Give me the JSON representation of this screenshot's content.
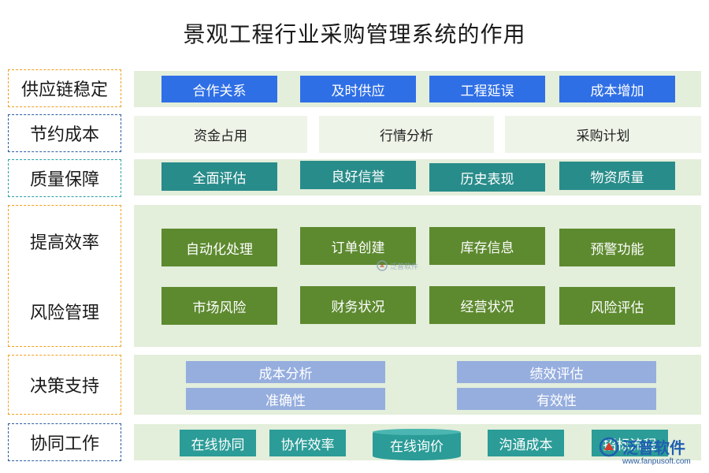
{
  "title": "景观工程行业采购管理系统的作用",
  "rows": {
    "supply": {
      "label": "供应链稳定",
      "items": [
        "合作关系",
        "及时供应",
        "工程延误",
        "成本增加"
      ]
    },
    "cost": {
      "label": "节约成本",
      "items": [
        "资金占用",
        "行情分析",
        "采购计划"
      ]
    },
    "quality": {
      "label": "质量保障",
      "items": [
        "全面评估",
        "良好信誉",
        "历史表现",
        "物资质量"
      ]
    },
    "efficiency": {
      "label": "提高效率",
      "items": [
        "自动化处理",
        "订单创建",
        "库存信息",
        "预警功能"
      ]
    },
    "risk": {
      "label": "风险管理",
      "items": [
        "市场风险",
        "财务状况",
        "经营状况",
        "风险评估"
      ]
    },
    "decision": {
      "label": "决策支持",
      "items": [
        "成本分析",
        "绩效评估",
        "准确性",
        "有效性"
      ]
    },
    "collab": {
      "label": "协同工作",
      "items": [
        "在线协同",
        "协作效率",
        "在线询价",
        "沟通成本",
        "招标流程"
      ]
    }
  },
  "watermark": {
    "brand": "泛普软件",
    "url": "www.fanpusoft.com"
  },
  "colors": {
    "blue": "#2f6fe6",
    "teal": "#288c8a",
    "green": "#5d8a2f",
    "lavender": "#96aede",
    "band": "#e3eedb"
  }
}
